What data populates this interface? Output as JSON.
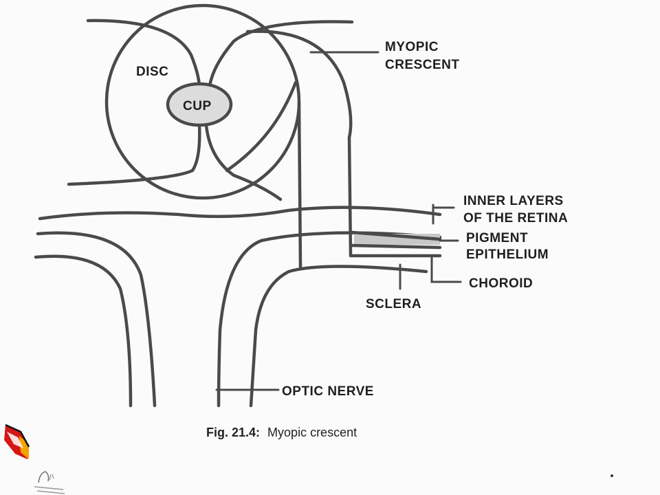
{
  "labels": {
    "disc": "DISC",
    "cup": "CUP",
    "myopic_crescent_1": "MYOPIC",
    "myopic_crescent_2": "CRESCENT",
    "inner_layers_1": "INNER LAYERS",
    "inner_layers_2": "OF THE RETINA",
    "pigment_epithelium_1": "PIGMENT",
    "pigment_epithelium_2": "EPITHELIUM",
    "choroid": "CHOROID",
    "sclera": "SCLERA",
    "optic_nerve": "OPTIC NERVE"
  },
  "caption": {
    "prefix": "Fig. 21.4:",
    "text": "Myopic crescent"
  },
  "colors": {
    "line": "#4a4a4a",
    "cup_fill": "#dcdcdc",
    "pigment_fill": "#c8c8c8",
    "text": "#1e1e1e",
    "logo_red": "#d41616",
    "logo_orange": "#f4a300"
  },
  "icons": {
    "corner_logo": "book-logo-icon",
    "small_mark": "small-sketch-icon"
  }
}
